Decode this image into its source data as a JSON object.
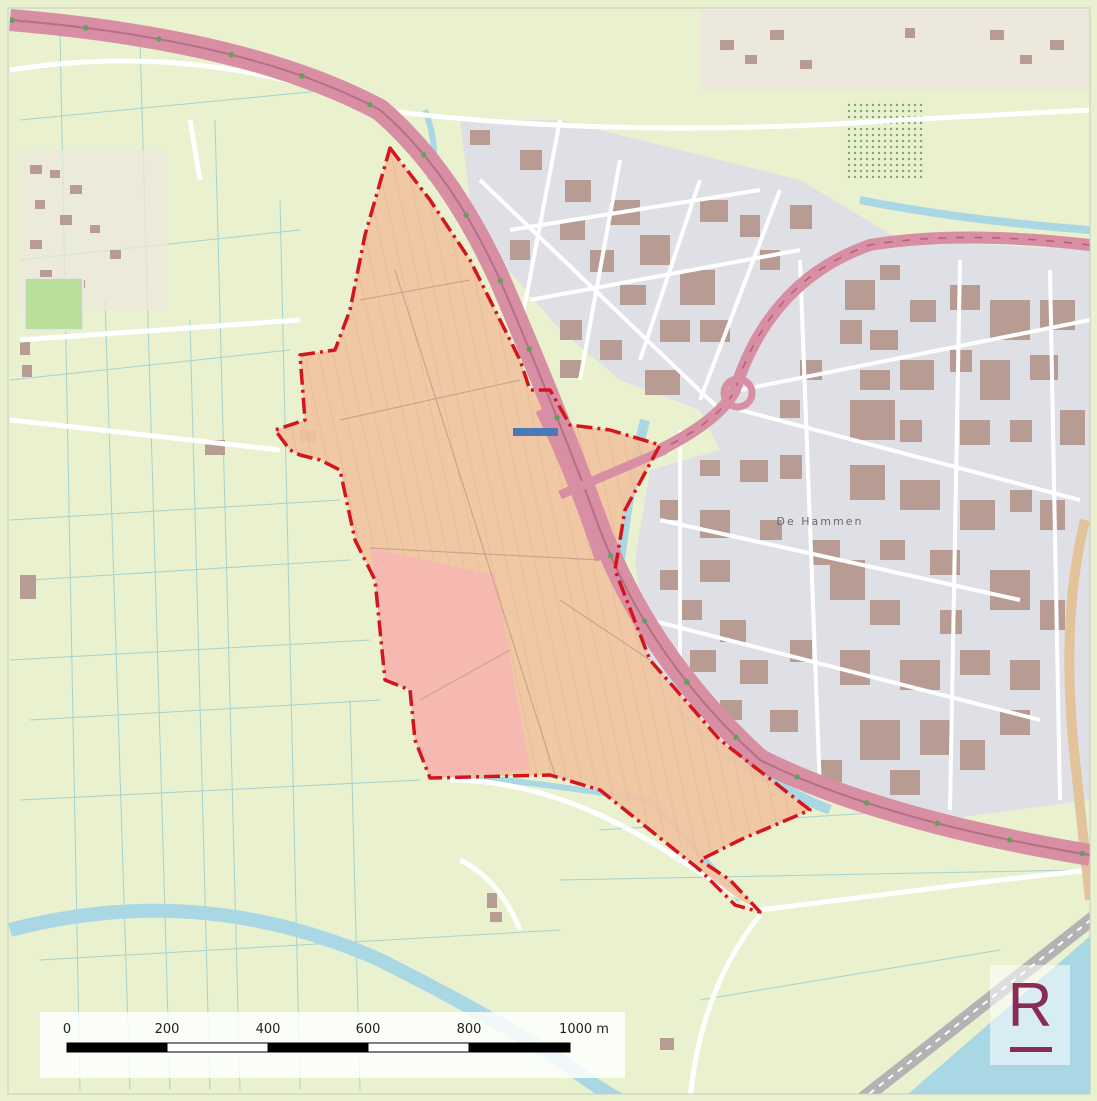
{
  "map": {
    "colors": {
      "land": "#e9f1cf",
      "water": "#a9d7e4",
      "road": "#ffffff",
      "highway": "#d88ea3",
      "industrial": "#dfe0e6",
      "building": "#b89c93",
      "plan_area": "#f2c39f",
      "plan_area_pink": "#f6b9b2",
      "boundary": "#d4151e",
      "logo": "#8b2a56"
    },
    "plan_boundary": "dash-dot",
    "district_label": "De Hammen"
  },
  "scale_bar": {
    "ticks": [
      "0",
      "200",
      "400",
      "600",
      "800",
      "1000 m"
    ],
    "unit": "m"
  },
  "logo": {
    "letter": "R"
  }
}
